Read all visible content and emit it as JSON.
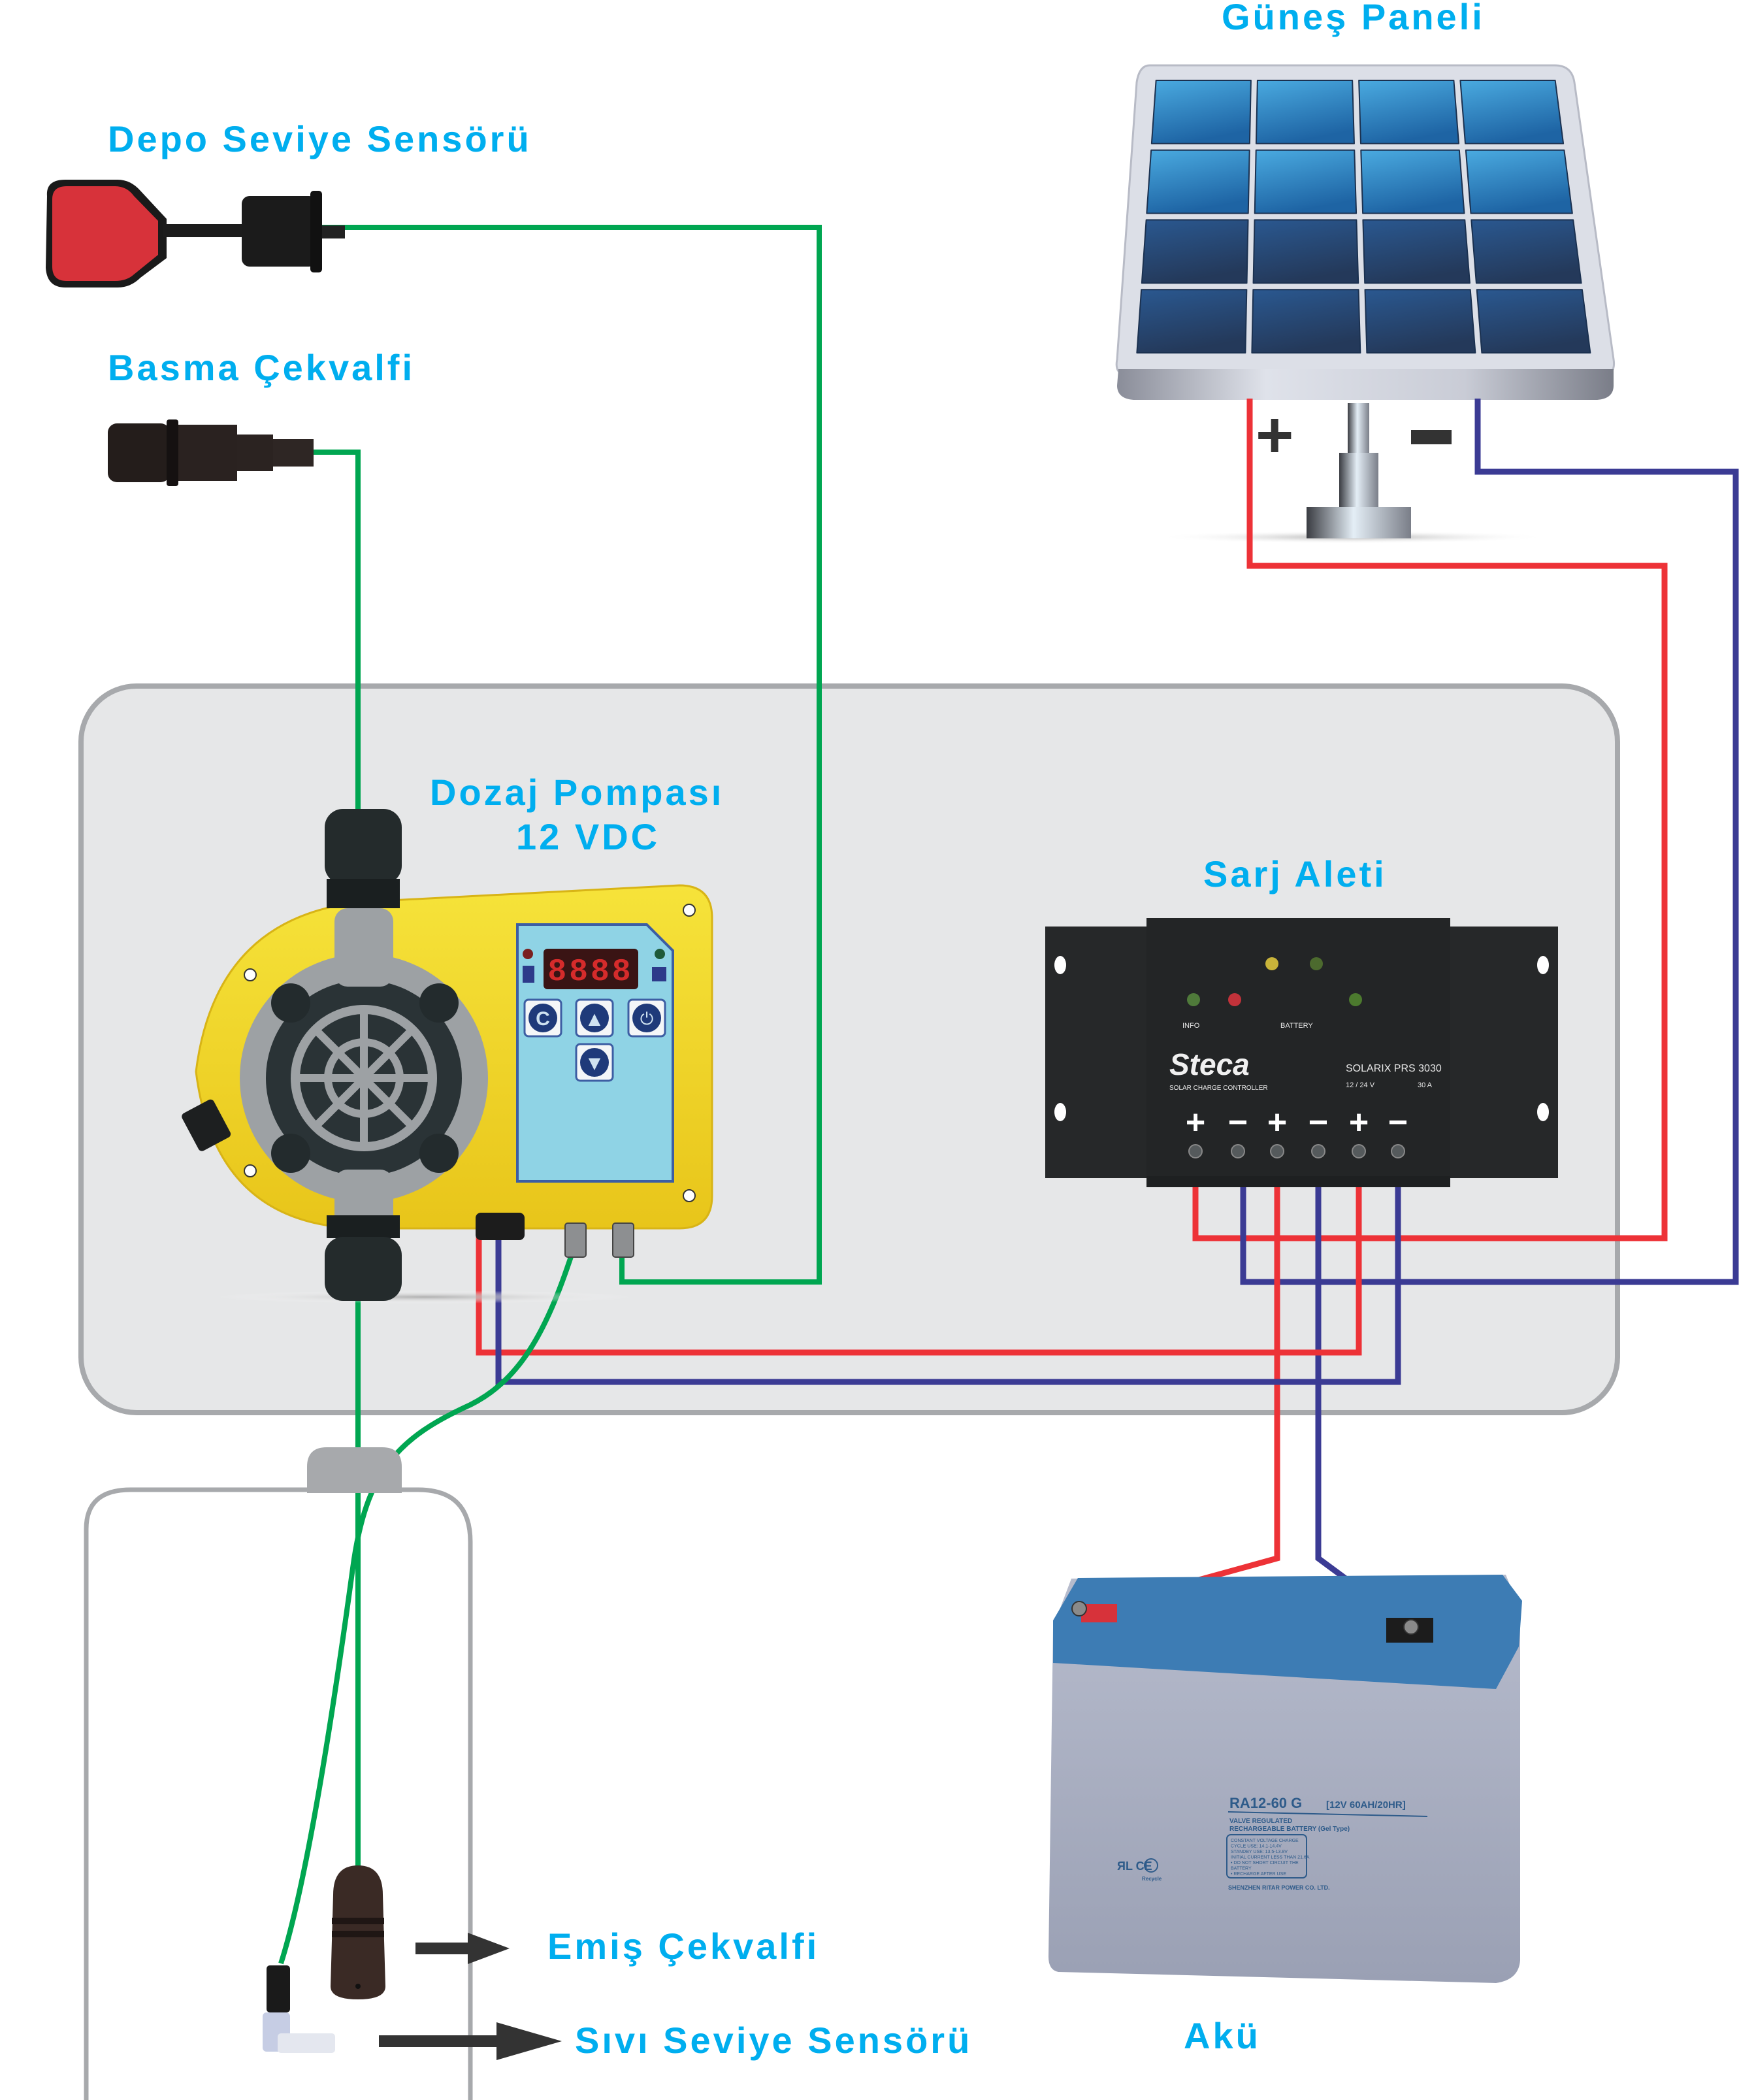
{
  "diagram": {
    "title": "Solar powered dosing pump wiring diagram",
    "colors": {
      "label": "#00aeef",
      "signal_wire": "#00a651",
      "positive_wire": "#ed3237",
      "negative_wire": "#3b3b94",
      "board_fill": "#e6e7e8",
      "board_border": "#a7a9ac",
      "pump_yellow": "#f2d729",
      "panel_cell_light": "#3f9fd8",
      "panel_cell_dark": "#263e63",
      "controller_body": "#262829",
      "battery_lid": "#3d7cb4",
      "battery_body": "#a3a9bd"
    },
    "labels": {
      "solar_panel": "Güneş Paneli",
      "tank_level_sensor": "Depo Seviye Sensörü",
      "discharge_check_valve": "Basma Çekvalfi",
      "dosing_pump_line1": "Dozaj Pompası",
      "dosing_pump_line2": "12 VDC",
      "charge_controller": "Sarj Aleti",
      "battery": "Akü",
      "suction_check_valve": "Emiş Çekvalfi",
      "liquid_level_sensor": "Sıvı Seviye Sensörü"
    },
    "solar_panel": {
      "plus_sign": "+",
      "minus_sign": "−",
      "cells": 16
    },
    "pump": {
      "display": "8888",
      "buttons": [
        {
          "id": "c",
          "label": "C"
        },
        {
          "id": "up",
          "label": "▲"
        },
        {
          "id": "power",
          "label": "⏻"
        },
        {
          "id": "down",
          "label": "▼"
        }
      ]
    },
    "controller": {
      "brand": "Steca",
      "subtitle": "SOLAR CHARGE CONTROLLER",
      "model": "SOLARIX PRS 3030",
      "voltage": "12 / 24 V",
      "current": "30 A",
      "led_info_label": "INFO",
      "led_battery_label": "BATTERY",
      "terminals": [
        "+",
        "−",
        "+",
        "−",
        "+",
        "−"
      ]
    },
    "battery": {
      "model": "RA12-60 G",
      "rating": "[12V 60AH/20HR]",
      "line1": "VALVE REGULATED",
      "line2": "RECHARGEABLE BATTERY (Gel Type)",
      "box": [
        "CONSTANT VOLTAGE CHARGE",
        "CYCLE USE: 14.1-14.4V",
        "STANDBY USE: 13.5-13.8V",
        "INITIAL CURRENT LESS THAN 21.6A",
        "• DO NOT SHORT CIRCUIT THE",
        "  BATTERY",
        "• RECHARGE AFTER USE"
      ],
      "maker": "SHENZHEN RITAR POWER CO. LTD.",
      "cert": "ЯL CE",
      "recycle": "Recycle"
    }
  }
}
